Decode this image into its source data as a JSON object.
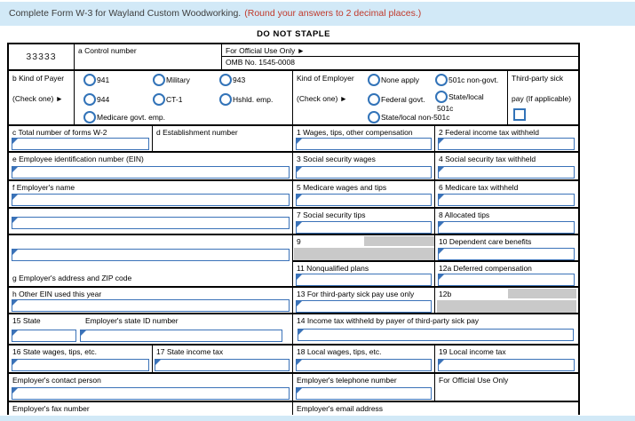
{
  "window": {
    "background": "#ffffff",
    "banner_color": "#d2e9f7",
    "accent_red": "#c0392b",
    "input_border_blue": "#3a72b8",
    "radio_blue": "#3273b8",
    "disabled_gray": "#c9c9c9"
  },
  "header": {
    "title": "Complete Form W-3 for Wayland Custom Woodworking.",
    "note": "(Round your answers to 2 decimal places.)"
  },
  "form": {
    "do_not_staple": "DO NOT STAPLE",
    "control_code": "33333",
    "box_a_label": "a Control number",
    "official_use_label": "For Official Use Only ►",
    "omb_label": "OMB No. 1545-0008",
    "payer": {
      "label": "b Kind of Payer",
      "check_one": "(Check one) ►",
      "opt_941": "941",
      "opt_military": "Military",
      "opt_943": "943",
      "opt_944": "944",
      "opt_ct1": "CT-1",
      "opt_hshld": "Hshld. emp.",
      "opt_medicare": "Medicare govt. emp.",
      "selected": null
    },
    "employer": {
      "label": "Kind of Employer",
      "check_one": "(Check one) ►",
      "opt_none": "None apply",
      "opt_501c": "501c non-govt.",
      "opt_federal": "Federal govt.",
      "opt_state_local": "State/local",
      "opt_state_local_wrap": "501c",
      "opt_state_local_non": "State/local non-501c",
      "selected": null
    },
    "third_party": {
      "line1": "Third-party sick",
      "line2": "pay (If applicable)",
      "checked": false
    },
    "boxes": {
      "c": "c Total number of forms W-2",
      "d": "d Establishment number",
      "b1": "1 Wages, tips, other compensation",
      "b2": "2 Federal income tax withheld",
      "e": "e Employee identification number (EIN)",
      "b3": "3 Social security wages",
      "b4": "4 Social security tax withheld",
      "f": "f Employer's name",
      "b5": "5 Medicare wages and tips",
      "b6": "6 Medicare tax withheld",
      "b7": "7 Social security tips",
      "b8": "8 Allocated tips",
      "b9": "9",
      "b10": "10 Dependent care benefits",
      "b11": "11 Nonqualified plans",
      "b12a": "12a Deferred compensation",
      "g": "g Employer's address and ZIP code",
      "h": "h Other EIN used this year",
      "b13": "13 For third-party sick pay use only",
      "b12b": "12b",
      "b15_state": "15 State",
      "b15_id": "Employer's state ID number",
      "b14": "14 Income tax withheld by payer of third-party sick pay",
      "b16": "16 State wages, tips, etc.",
      "b17": "17 State income tax",
      "b18": "18 Local wages, tips, etc.",
      "b19": "19 Local income tax",
      "contact": "Employer's contact person",
      "phone": "Employer's telephone number",
      "official_use_2": "For Official Use Only",
      "fax": "Employer's fax number",
      "email": "Employer's email address"
    },
    "values": {
      "total_forms_w2": "",
      "ein": "",
      "employer_name": "",
      "employer_name_line2": "",
      "employer_address": "",
      "other_ein": "",
      "state": "",
      "state_id": "",
      "b1": "",
      "b2": "",
      "b3": "",
      "b4": "",
      "b5": "",
      "b6": "",
      "b7": "",
      "b8": "",
      "b10": "",
      "b11": "",
      "b12a": "",
      "b13": "",
      "b14": "",
      "b16": "",
      "b17": "",
      "b18": "",
      "b19": "",
      "contact": "",
      "phone": ""
    }
  }
}
